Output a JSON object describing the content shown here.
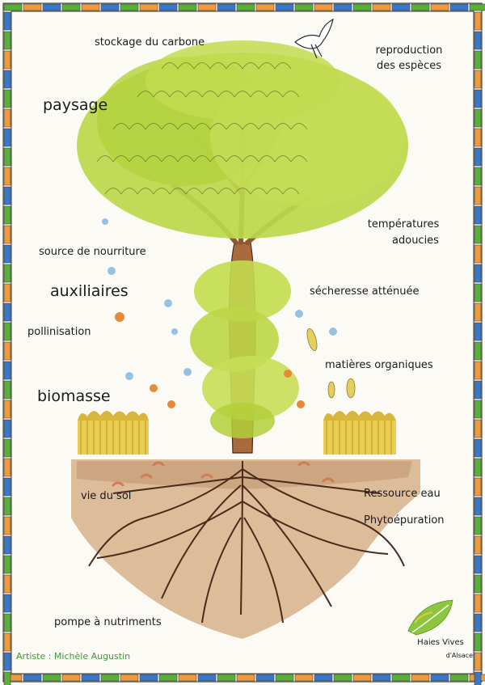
{
  "labels": {
    "stockage": "stockage du carbone",
    "reproduction_1": "reproduction",
    "reproduction_2": "des espèces",
    "paysage": "paysage",
    "temperatures_1": "températures",
    "temperatures_2": "adoucies",
    "nourriture": "source de nourriture",
    "auxiliaires": "auxiliaires",
    "secheresse": "sécheresse atténuée",
    "pollinisation": "pollinisation",
    "matieres": "matières organiques",
    "biomasse": "biomasse",
    "vie_sol": "vie du sol",
    "ressource_eau": "Ressource eau",
    "phyto": "Phytoépuration",
    "pompe": "pompe à nutriments"
  },
  "credit": "Artiste : Michèle Augustin",
  "logo": {
    "name": "Haies Vives",
    "sub": "d'Alsace"
  },
  "colors": {
    "leaf": "#b8d43a",
    "trunk": "#a0643a",
    "soil": "#c9a57a",
    "wheat": "#e8cf52",
    "frame_green": "#5cae3a",
    "frame_orange": "#ee9a3e",
    "frame_blue": "#3a78c5"
  }
}
